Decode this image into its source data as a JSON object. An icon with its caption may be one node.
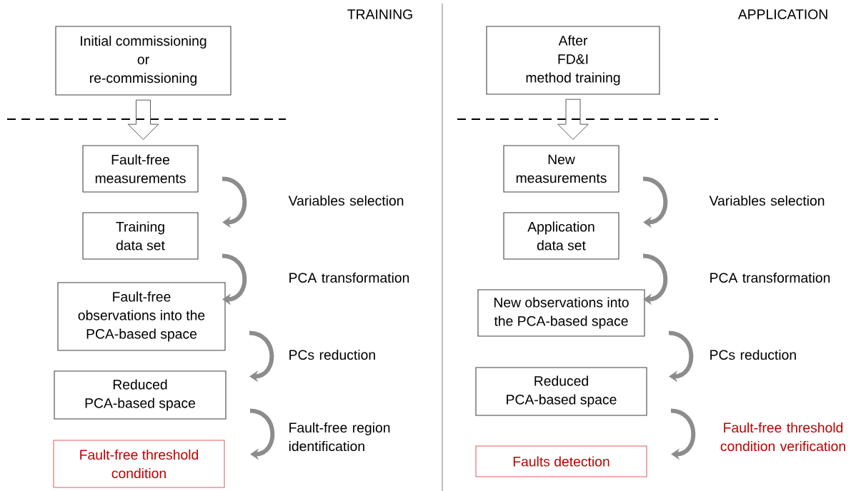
{
  "diagram": {
    "nodes": [
      {
        "text": [
          "Initial commissioning or re-commissioning"
        ]
      },
      {
        "text": [
          "Fault-free measurements"
        ]
      },
      {
        "text": [
          "Training data set"
        ]
      },
      {
        "text": [
          "Fault-free observations into the PCA-based space"
        ]
      },
      {
        "text": [
          "Reduced PCA-based space"
        ]
      },
      {
        "text": [
          "Fault-free threshold condition"
        ]
      },
      {
        "text": [
          "After FD&I method training"
        ]
      },
      {
        "text": [
          "New measurements"
        ]
      },
      {
        "text": [
          "Application data set"
        ]
      },
      {
        "text": [
          "New observations into the PCA-based space"
        ]
      },
      {
        "text": [
          "Reduced PCA-based space"
        ]
      },
      {
        "text": [
          "Faults detection"
        ]
      }
    ],
    "edges": [
      {
        "from": 0,
        "to": 1,
        "arrow": "to"
      },
      {
        "from": 1,
        "to": 2,
        "arrow": "to",
        "label": "Variables selection"
      },
      {
        "from": 2,
        "to": 3,
        "arrow": "to",
        "label": "PCA transformation"
      },
      {
        "from": 3,
        "to": 4,
        "arrow": "to",
        "label": "PCs reduction"
      },
      {
        "from": 4,
        "to": 5,
        "arrow": "to",
        "label": "Fault-free region identification"
      },
      {
        "from": 6,
        "to": 7,
        "arrow": "to"
      },
      {
        "from": 7,
        "to": 8,
        "arrow": "to",
        "label": "Variables selection"
      },
      {
        "from": 8,
        "to": 9,
        "arrow": "to",
        "label": "PCA transformation"
      },
      {
        "from": 9,
        "to": 10,
        "arrow": "to",
        "label": "PCs reduction"
      },
      {
        "from": 10,
        "to": 11,
        "arrow": "to",
        "label": "Fault-free threshold condition verification"
      }
    ],
    "labels": [
      "TRAINING",
      "APPLICATION"
    ]
  }
}
